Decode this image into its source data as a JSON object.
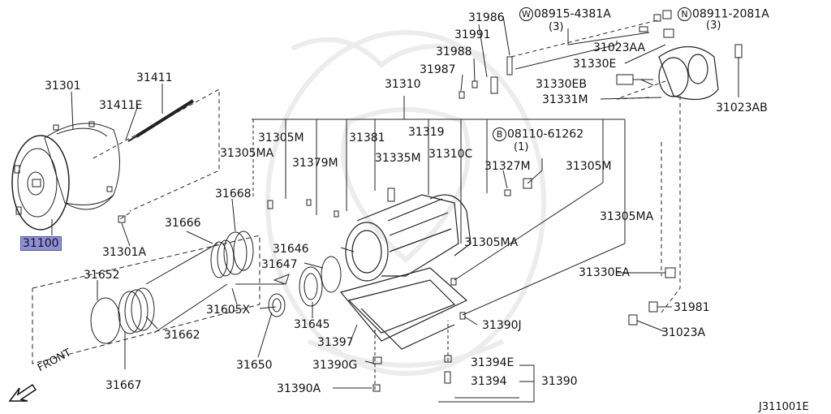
{
  "diagram_id": "J311001E",
  "front_label": "FRONT",
  "highlight_color": "#8f8fd8",
  "parts": {
    "p31986": "31986",
    "p31991": "31991",
    "p31988": "31988",
    "p31987": "31987",
    "p31310": "31310",
    "p31301": "31301",
    "p31411": "31411",
    "p31411E": "31411E",
    "p31305M_a": "31305M",
    "p31305MA_a": "31305MA",
    "p31381": "31381",
    "p31319": "31319",
    "p31379M": "31379M",
    "p31335M": "31335M",
    "p31310C": "31310C",
    "p31327M": "31327M",
    "p31305M_b": "31305M",
    "p31668": "31668",
    "p31305MA_b": "31305MA",
    "p31666": "31666",
    "p31100": "31100",
    "p31301A": "31301A",
    "p31646": "31646",
    "p31305MA_c": "31305MA",
    "p31647": "31647",
    "p31652": "31652",
    "p31330EA": "31330EA",
    "p31605X": "31605X",
    "p31981": "31981",
    "p31645": "31645",
    "p31390J": "31390J",
    "p31023A": "31023A",
    "p31397": "31397",
    "p31662": "31662",
    "p31650": "31650",
    "p31390G": "31390G",
    "p31394E": "31394E",
    "p31394": "31394",
    "p31390": "31390",
    "p31667": "31667",
    "p31390A": "31390A",
    "p31023AA": "31023AA",
    "p31330E": "31330E",
    "p31330EB": "31330EB",
    "p31331M": "31331M",
    "p31023AB": "31023AB"
  },
  "fasteners": {
    "w_prefix": "W",
    "w_part": "08915-4381A",
    "w_qty": "(3)",
    "n_prefix": "N",
    "n_part": "08911-2081A",
    "n_qty": "(3)",
    "b_prefix": "B",
    "b_part": "08110-61262",
    "b_qty": "(1)"
  }
}
